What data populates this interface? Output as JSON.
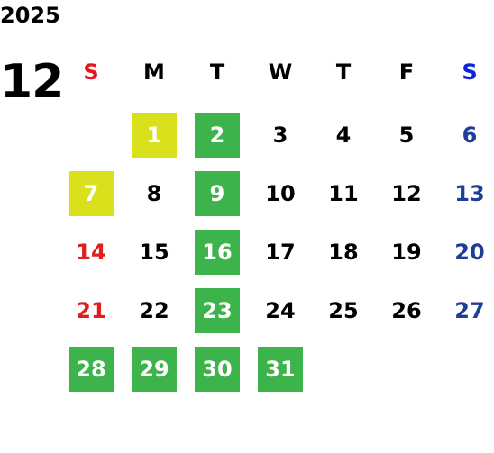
{
  "year": "2025",
  "month": "12",
  "colors": {
    "text": "#000000",
    "sunday_header": "#e8141b",
    "saturday_header": "#0b23d6",
    "sunday_day": "#e02020",
    "saturday_day": "#1f3f96",
    "highlight_yellow": "#d8e11c",
    "highlight_green": "#3cb44b",
    "highlight_text": "#ffffff"
  },
  "weekdays": [
    {
      "label": "S",
      "kind": "sun"
    },
    {
      "label": "M",
      "kind": "week"
    },
    {
      "label": "T",
      "kind": "week"
    },
    {
      "label": "W",
      "kind": "week"
    },
    {
      "label": "T",
      "kind": "week"
    },
    {
      "label": "F",
      "kind": "week"
    },
    {
      "label": "S",
      "kind": "sat"
    }
  ],
  "weeks": [
    [
      null,
      {
        "d": "1",
        "hl": "yellow"
      },
      {
        "d": "2",
        "hl": "green"
      },
      {
        "d": "3"
      },
      {
        "d": "4"
      },
      {
        "d": "5"
      },
      {
        "d": "6"
      }
    ],
    [
      {
        "d": "7",
        "hl": "yellow"
      },
      {
        "d": "8"
      },
      {
        "d": "9",
        "hl": "green"
      },
      {
        "d": "10"
      },
      {
        "d": "11"
      },
      {
        "d": "12"
      },
      {
        "d": "13"
      }
    ],
    [
      {
        "d": "14"
      },
      {
        "d": "15"
      },
      {
        "d": "16",
        "hl": "green"
      },
      {
        "d": "17"
      },
      {
        "d": "18"
      },
      {
        "d": "19"
      },
      {
        "d": "20"
      }
    ],
    [
      {
        "d": "21"
      },
      {
        "d": "22"
      },
      {
        "d": "23",
        "hl": "green"
      },
      {
        "d": "24"
      },
      {
        "d": "25"
      },
      {
        "d": "26"
      },
      {
        "d": "27"
      }
    ],
    [
      {
        "d": "28",
        "hl": "green"
      },
      {
        "d": "29",
        "hl": "green"
      },
      {
        "d": "30",
        "hl": "green"
      },
      {
        "d": "31",
        "hl": "green"
      },
      null,
      null,
      null
    ]
  ]
}
